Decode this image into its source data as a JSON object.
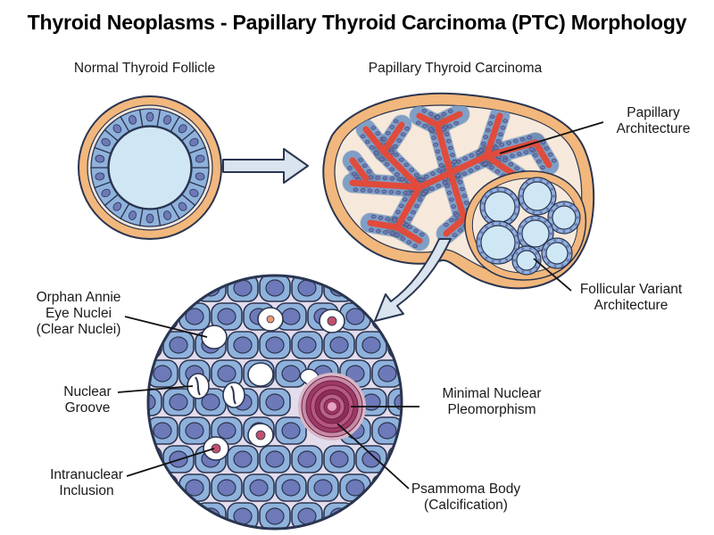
{
  "title": "Thyroid Neoplasms - Papillary Thyroid Carcinoma (PTC) Morphology",
  "panels": {
    "normal": "Normal Thyroid Follicle",
    "ptc": "Papillary Thyroid Carcinoma"
  },
  "labels": {
    "papillary": [
      "Papillary",
      "Architecture"
    ],
    "follicular": [
      "Follicular Variant",
      "Architecture"
    ],
    "orphan": [
      "Orphan Annie",
      "Eye Nuclei",
      "(Clear Nuclei)"
    ],
    "groove": [
      "Nuclear",
      "Groove"
    ],
    "inclusion": [
      "Intranuclear",
      "Inclusion"
    ],
    "pleomorphism": [
      "Minimal Nuclear",
      "Pleomorphism"
    ],
    "psammoma": [
      "Psammoma Body",
      "(Calcification)"
    ]
  },
  "colors": {
    "capsule": "#f2b77c",
    "stroma": "#f6e9dc",
    "epithelium": "#8fb2dc",
    "nucleus": "#6d79b8",
    "colloid": "#cfe6f5",
    "papillae": "#e04b3c",
    "psammoma": "#a6305f",
    "outline": "#2a3550"
  }
}
